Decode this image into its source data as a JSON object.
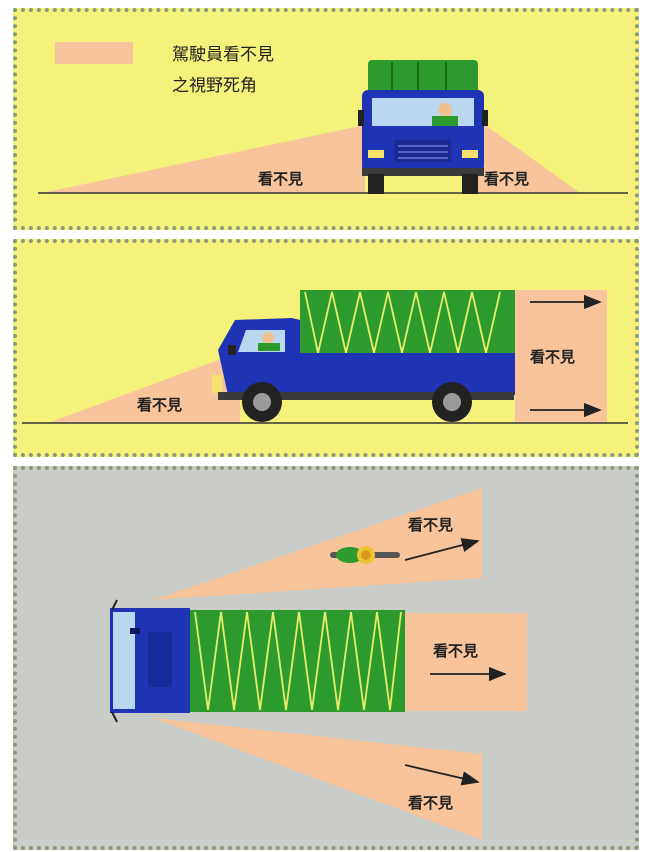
{
  "legend": {
    "line1": "駕駛員看不見",
    "line2": "之視野死角"
  },
  "front_view": {
    "label_left": "看不見",
    "label_right": "看不見"
  },
  "side_view": {
    "label_front": "看不見",
    "label_rear": "看不見"
  },
  "top_view": {
    "label_top": "看不見",
    "label_rear": "看不見",
    "label_bottom": "看不見"
  },
  "colors": {
    "blind_zone": "#f7c49b",
    "panel_yellow": "#f4f27a",
    "panel_grey": "#c9ccc7",
    "truck_blue": "#1f33b5",
    "tarp_green": "#2c9a2c"
  }
}
